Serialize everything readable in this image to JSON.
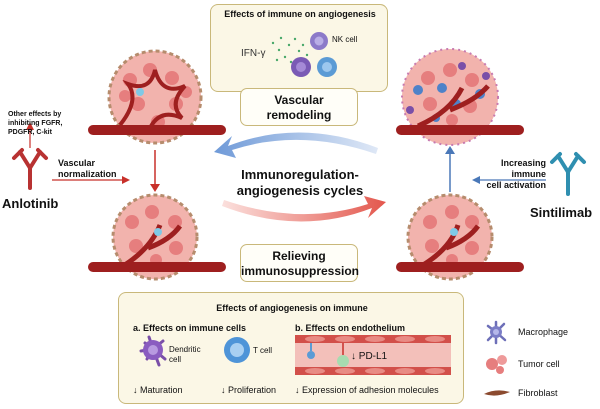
{
  "top_panel": {
    "title": "Effects of immune on angiogenesis",
    "nk_label": "NK cell",
    "ifn_label": "IFN-γ"
  },
  "callouts": {
    "vascular_remodeling_line1": "Vascular",
    "vascular_remodeling_line2": "remodeling",
    "relieving_line1": "Relieving",
    "relieving_line2": "immunosuppression"
  },
  "center": {
    "cycle_line1": "Immunoregulation-",
    "cycle_line2": "angiogenesis cycles"
  },
  "left": {
    "other_effects_line1": "Other effects by",
    "other_effects_line2": "inhibiting FGFR,",
    "other_effects_line3": "PDGFR, C-kit",
    "vascular_norm_line1": "Vascular",
    "vascular_norm_line2": "normalization",
    "drug": "Anlotinib"
  },
  "right": {
    "increasing_line1": "Increasing immune",
    "increasing_line2": "cell activation",
    "drug": "Sintilimab"
  },
  "bottom_panel": {
    "title": "Effects of angiogenesis on immune",
    "section_a": "a. Effects on immune cells",
    "section_b": "b. Effects on endothelium",
    "dendritic_line1": "Dendritic",
    "dendritic_line2": "cell",
    "t_cell": "T cell",
    "maturation": "↓ Maturation",
    "proliferation": "↓ Proliferation",
    "pdl1": "↓ PD-L1",
    "adhesion": "↓ Expression of adhesion molecules"
  },
  "legend": {
    "items": [
      {
        "label": "Macrophage",
        "icon": "macrophage-icon"
      },
      {
        "label": "Tumor cell",
        "icon": "tumor-cell-icon"
      },
      {
        "label": "Fibroblast",
        "icon": "fibroblast-icon"
      }
    ]
  },
  "colors": {
    "red_arrow": "#c8302a",
    "blue_arrow": "#4a78b8",
    "vessel": "#9e1f1f",
    "tumor": "#e98a8a",
    "panel_border": "#c9b87a",
    "antibody_red": "#b83232",
    "antibody_blue": "#2f8fb0"
  }
}
